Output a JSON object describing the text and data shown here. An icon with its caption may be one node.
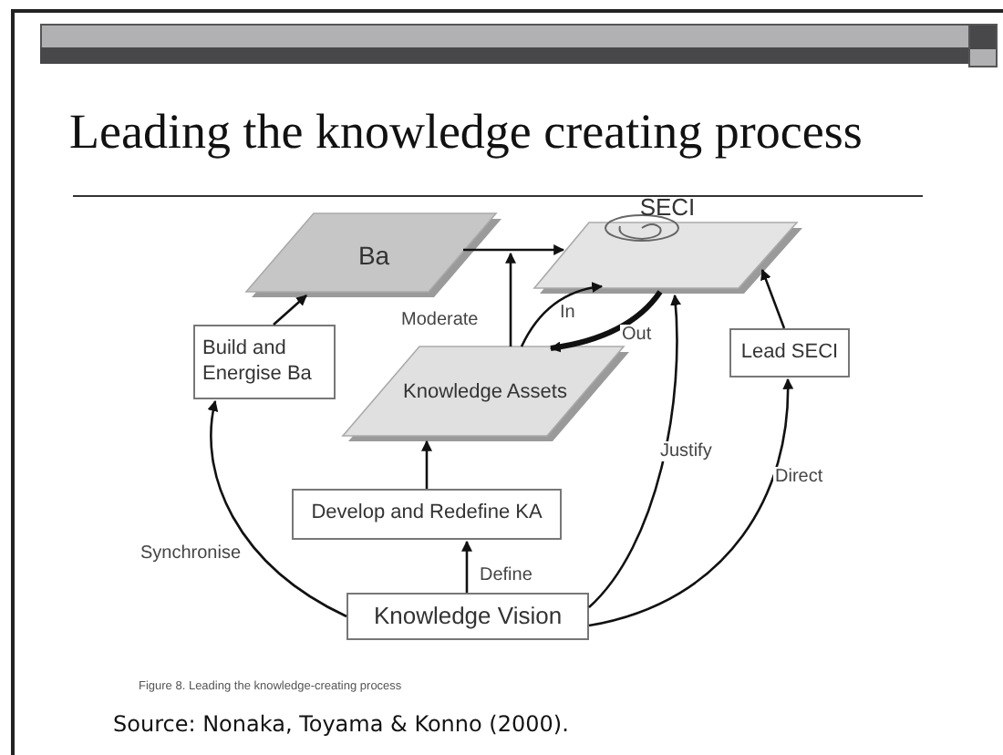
{
  "diagram": {
    "title": "Leading the knowledge creating process",
    "caption": "Figure 8. Leading the knowledge-creating process",
    "nodes": [
      {
        "text": [
          "Ba"
        ]
      },
      {
        "text": [
          "SECI"
        ]
      },
      {
        "text": [
          "Build and Energise Ba"
        ]
      },
      {
        "text": [
          "Knowledge Assets"
        ]
      },
      {
        "text": [
          "Lead SECI"
        ]
      },
      {
        "text": [
          "Develop and Redefine KA"
        ]
      },
      {
        "text": [
          "Knowledge Vision"
        ]
      }
    ],
    "edges": [
      {
        "from": 2,
        "to": 0,
        "arrow": "to"
      },
      {
        "from": 0,
        "to": 1,
        "arrow": "to"
      },
      {
        "from": 3,
        "to": 1,
        "arrow": "to",
        "label": "Moderate"
      },
      {
        "from": 3,
        "to": 1,
        "arrow": "to",
        "label": "In"
      },
      {
        "from": 1,
        "to": 3,
        "arrow": "to",
        "label": "Out",
        "style": "thick"
      },
      {
        "from": 5,
        "to": 3,
        "arrow": "to"
      },
      {
        "from": 6,
        "to": 5,
        "arrow": "to",
        "label": "Define"
      },
      {
        "from": 6,
        "to": 2,
        "arrow": "to",
        "label": "Synchronise"
      },
      {
        "from": 6,
        "to": 1,
        "arrow": "to",
        "label": "Justify"
      },
      {
        "from": 6,
        "to": 4,
        "arrow": "to",
        "label": "Direct"
      },
      {
        "from": 4,
        "to": 1,
        "arrow": "to"
      }
    ],
    "labels": [
      "Source: Nonaka, Toyama & Konno (2000)."
    ]
  }
}
